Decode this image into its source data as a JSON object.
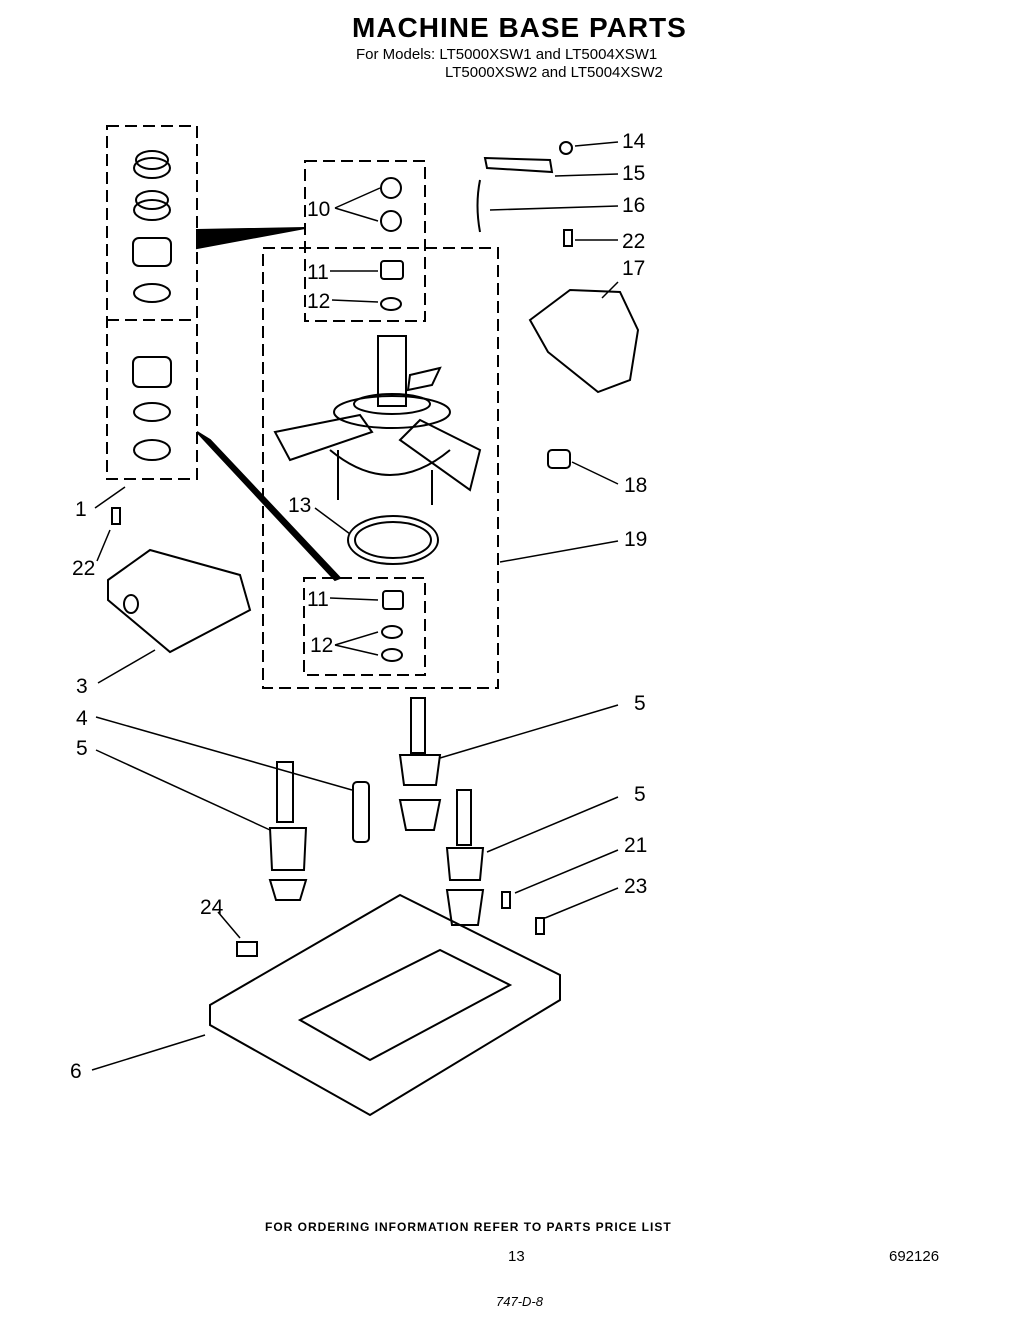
{
  "header": {
    "title": "MACHINE BASE PARTS",
    "models_line1": "For Models: LT5000XSW1 and LT5004XSW1",
    "models_line2": "LT5000XSW2 and LT5004XSW2"
  },
  "callouts": [
    "14",
    "15",
    "16",
    "22",
    "17",
    "10",
    "11",
    "12",
    "18",
    "1",
    "13",
    "19",
    "22",
    "3",
    "11",
    "12",
    "4",
    "5",
    "5",
    "5",
    "21",
    "23",
    "24",
    "6"
  ],
  "footer": {
    "ordering_note": "FOR ORDERING INFORMATION REFER TO PARTS PRICE LIST",
    "page_number": "13",
    "doc_number": "692126",
    "handwritten": "747-D-8"
  }
}
